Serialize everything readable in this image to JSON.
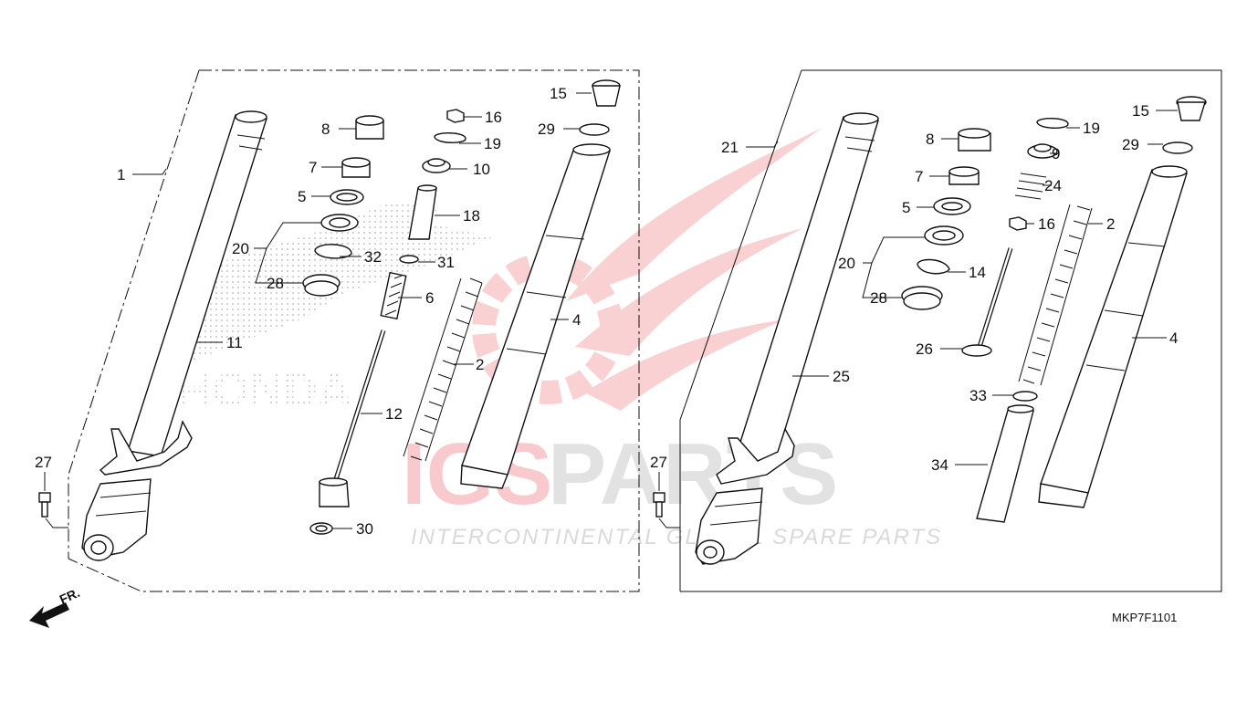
{
  "watermark": {
    "brand_red": "IGS",
    "brand_grey": "PARTS",
    "tagline": "INTERCONTINENTAL GLOBAL SPARE PARTS",
    "honda_text": "HONDA",
    "colors": {
      "red": "#e8323c",
      "grey": "#d8d8d8"
    }
  },
  "diagram_code": "MKP7F1101",
  "direction_label": "FR.",
  "left_callouts": {
    "c1": "1",
    "c2": "2",
    "c4": "4",
    "c5": "5",
    "c6": "6",
    "c7": "7",
    "c8": "8",
    "c10": "10",
    "c11": "11",
    "c12": "12",
    "c15": "15",
    "c16": "16",
    "c18": "18",
    "c19": "19",
    "c20": "20",
    "c27": "27",
    "c28": "28",
    "c29": "29",
    "c30": "30",
    "c31": "31",
    "c32": "32"
  },
  "right_callouts": {
    "c2": "2",
    "c4": "4",
    "c5": "5",
    "c7": "7",
    "c8": "8",
    "c9": "9",
    "c14": "14",
    "c15": "15",
    "c16": "16",
    "c19": "19",
    "c20": "20",
    "c21": "21",
    "c24": "24",
    "c25": "25",
    "c26": "26",
    "c27": "27",
    "c28": "28",
    "c29": "29",
    "c33": "33",
    "c34": "34"
  }
}
